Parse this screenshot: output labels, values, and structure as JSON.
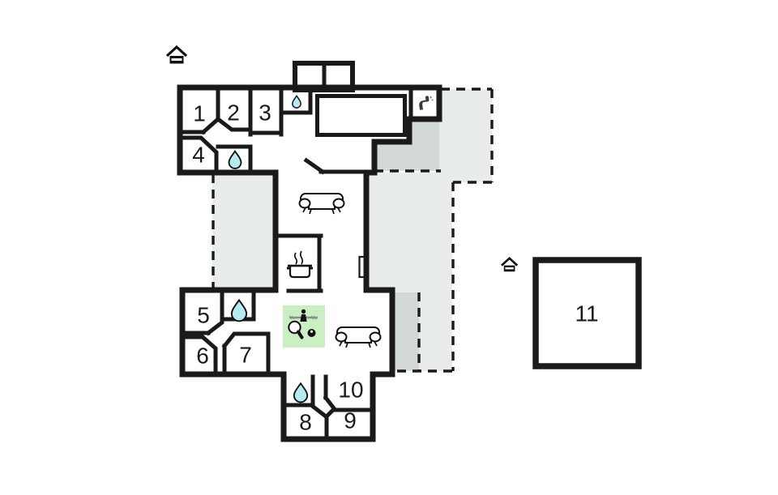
{
  "floor_plan": {
    "rooms": [
      {
        "label": "1"
      },
      {
        "label": "2"
      },
      {
        "label": "3"
      },
      {
        "label": "4"
      },
      {
        "label": "5"
      },
      {
        "label": "6"
      },
      {
        "label": "7"
      },
      {
        "label": "8"
      },
      {
        "label": "9"
      },
      {
        "label": "10"
      },
      {
        "label": "11"
      }
    ],
    "icons": [
      "entrance-icon",
      "water-drop-icon",
      "swimming-pool",
      "sofa-icon",
      "cooking-pot-icon",
      "water-tap-icon",
      "table-tennis-icon",
      "foosball-icon",
      "billiard-ball-icon",
      "window-marker"
    ],
    "colors": {
      "wall": "#1a1a1a",
      "pool_water": "#b5eaf3",
      "water_drop": "#b5eaf3",
      "terrace_light": "#e8eceb",
      "terrace_dark": "#d3d9d8",
      "game_area_green": "#c9efc3",
      "background": "#ffffff"
    }
  }
}
